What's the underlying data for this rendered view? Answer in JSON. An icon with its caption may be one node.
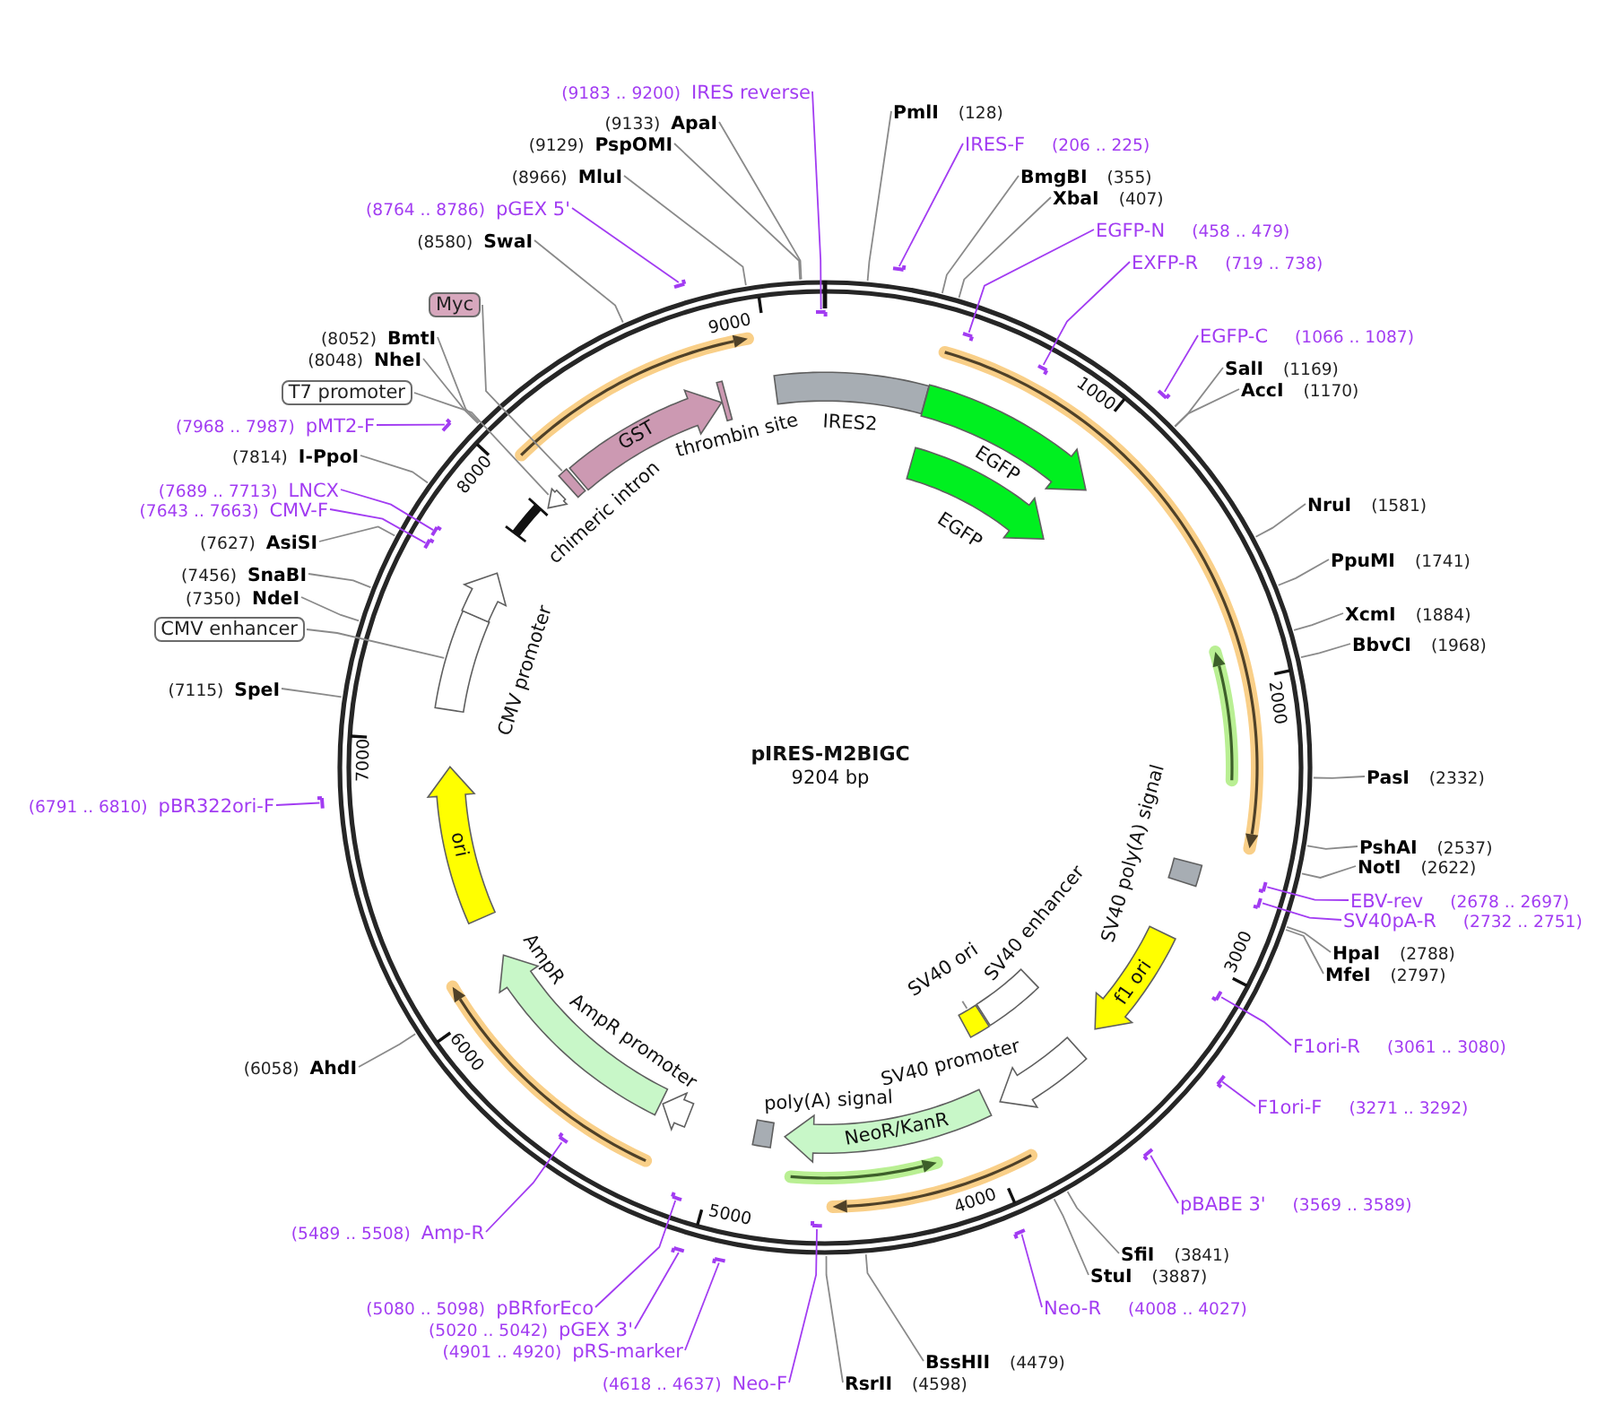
{
  "diagram": {
    "title": "pIRES-M2BIGC",
    "nodes": [
      {
        "text": [
          "(9183 .. 9200)",
          "IRES reverse"
        ]
      },
      {
        "text": [],
        "shape": "bar"
      },
      {
        "text": [
          "PmlI",
          "(128)"
        ]
      },
      {
        "text": [
          "IRES-F",
          "(206 .. 225)"
        ]
      },
      {
        "text": [],
        "shape": "bar"
      },
      {
        "text": [
          "BmgBI",
          "(355)"
        ]
      },
      {
        "text": [
          "XbaI",
          "(407)"
        ]
      },
      {
        "text": [
          "EGFP-N",
          "(458 .. 479)"
        ]
      },
      {
        "text": [],
        "shape": "bar"
      },
      {
        "text": [
          "EXFP-R",
          "(719 .. 738)"
        ]
      },
      {
        "text": [],
        "shape": "bar"
      },
      {
        "text": [
          "EGFP-C",
          "(1066 .. 1087)"
        ]
      },
      {
        "text": [],
        "shape": "bar"
      },
      {
        "text": [
          "SalI",
          "(1169)"
        ]
      },
      {
        "text": [
          "AccI",
          "(1170)"
        ]
      },
      {
        "text": [
          "NruI",
          "(1581)"
        ]
      },
      {
        "text": [
          "PpuMI",
          "(1741)"
        ]
      },
      {
        "text": [
          "XcmI",
          "(1884)"
        ]
      },
      {
        "text": [
          "BbvCI",
          "(1968)"
        ]
      },
      {
        "text": [
          "PasI",
          "(2332)"
        ]
      },
      {
        "text": [
          "PshAI",
          "(2537)"
        ]
      },
      {
        "text": [
          "NotI",
          "(2622)"
        ]
      },
      {
        "text": [
          "EBV-rev",
          "(2678 .. 2697)"
        ]
      },
      {
        "text": [],
        "shape": "bar"
      },
      {
        "text": [
          "SV40pA-R",
          "(2732 .. 2751)"
        ]
      },
      {
        "text": [],
        "shape": "bar"
      },
      {
        "text": [
          "HpaI",
          "(2788)"
        ]
      },
      {
        "text": [
          "MfeI",
          "(2797)"
        ]
      },
      {
        "text": [
          "F1ori-R",
          "(3061 .. 3080)"
        ]
      },
      {
        "text": [],
        "shape": "bar"
      },
      {
        "text": [
          "F1ori-F",
          "(3271 .. 3292)"
        ]
      },
      {
        "text": [],
        "shape": "bar"
      },
      {
        "text": [
          "pBABE 3'",
          "(3569 .. 3589)"
        ]
      },
      {
        "text": [],
        "shape": "bar"
      },
      {
        "text": [
          "SfiI",
          "(3841)"
        ]
      },
      {
        "text": [
          "StuI",
          "(3887)"
        ]
      },
      {
        "text": [
          "Neo-R",
          "(4008 .. 4027)"
        ]
      },
      {
        "text": [],
        "shape": "bar"
      },
      {
        "text": [
          "BssHII",
          "(4479)"
        ]
      },
      {
        "text": [
          "RsrII",
          "(4598)"
        ]
      },
      {
        "text": [
          "(4618 .. 4637)",
          "Neo-F"
        ]
      },
      {
        "text": [],
        "shape": "bar"
      },
      {
        "text": [
          "(4901 .. 4920)",
          "pRS-marker"
        ]
      },
      {
        "text": [],
        "shape": "bar"
      },
      {
        "text": [
          "(5020 .. 5042)",
          "pGEX 3'"
        ]
      },
      {
        "text": [],
        "shape": "bar"
      },
      {
        "text": [
          "(5080 .. 5098)",
          "pBRforEco"
        ]
      },
      {
        "text": [],
        "shape": "bar"
      },
      {
        "text": [
          "(5489 .. 5508)",
          "Amp-R"
        ]
      },
      {
        "text": [],
        "shape": "bar"
      },
      {
        "text": [
          "(6058)",
          "AhdI"
        ]
      },
      {
        "text": [
          "(6791 .. 6810)",
          "pBR322ori-F"
        ]
      },
      {
        "text": [],
        "shape": "bar"
      },
      {
        "text": [
          "(7115)",
          "SpeI"
        ]
      },
      {
        "text": [
          "CMV enhancer"
        ]
      },
      {
        "text": [
          "(7350)",
          "NdeI"
        ]
      },
      {
        "text": [
          "(7456)",
          "SnaBI"
        ]
      },
      {
        "text": [
          "(7627)",
          "AsiSI"
        ]
      },
      {
        "text": [
          "(7643 .. 7663)",
          "CMV-F"
        ]
      },
      {
        "text": [],
        "shape": "bar"
      },
      {
        "text": [
          "(7689 .. 7713)",
          "LNCX"
        ]
      },
      {
        "text": [],
        "shape": "bar"
      },
      {
        "text": [
          "(7814)",
          "I-PpoI"
        ]
      },
      {
        "text": [
          "(7968 .. 7987)",
          "pMT2-F"
        ]
      },
      {
        "text": [],
        "shape": "bar"
      },
      {
        "text": [
          "T7 promoter"
        ]
      },
      {
        "text": [
          "(8048)",
          "NheI"
        ]
      },
      {
        "text": [
          "(8052)",
          "BmtI"
        ]
      },
      {
        "text": [
          "Myc"
        ]
      },
      {
        "text": [
          "(8580)",
          "SwaI"
        ]
      },
      {
        "text": [
          "(8764 .. 8786)",
          "pGEX 5'"
        ]
      },
      {
        "text": [],
        "shape": "bar"
      },
      {
        "text": [
          "(8966)",
          "MluI"
        ]
      },
      {
        "text": [
          "(9129)",
          "PspOMI"
        ]
      },
      {
        "text": [
          "(9133)",
          "ApaI"
        ]
      },
      {
        "text": [
          "chimeric intron"
        ]
      },
      {
        "text": [],
        "shape": "arrow"
      },
      {
        "text": [],
        "shape": "box"
      },
      {
        "text": [
          "GST"
        ]
      },
      {
        "text": [
          "thrombin site"
        ]
      },
      {
        "text": [
          "IRES2"
        ]
      },
      {
        "text": [
          "EGFP"
        ]
      },
      {
        "text": [
          "EGFP"
        ]
      },
      {
        "text": [
          "SV40 poly(A) signal"
        ]
      },
      {
        "text": [
          "f1 ori"
        ]
      },
      {
        "text": [
          "SV40 enhancer"
        ]
      },
      {
        "text": [
          "SV40 ori"
        ]
      },
      {
        "text": [],
        "shape": "box"
      },
      {
        "text": [
          "SV40 promoter"
        ]
      },
      {
        "text": [
          "NeoR/KanR"
        ]
      },
      {
        "text": [
          "poly(A) signal"
        ]
      },
      {
        "text": [
          "AmpR promoter"
        ]
      },
      {
        "text": [
          "AmpR"
        ]
      },
      {
        "text": [
          "ori"
        ]
      },
      {
        "text": [],
        "shape": "box"
      },
      {
        "text": [
          "CMV promoter"
        ]
      }
    ],
    "edges": [
      {
        "from": 0,
        "to": 1,
        "arrow": "none",
        "color": "#a23cf2"
      },
      {
        "from": 2,
        "to": null,
        "arrow": "none"
      },
      {
        "from": 3,
        "to": 4,
        "arrow": "none",
        "color": "#a23cf2"
      },
      {
        "from": 5,
        "to": null,
        "arrow": "none"
      },
      {
        "from": 6,
        "to": null,
        "arrow": "none"
      },
      {
        "from": 7,
        "to": 8,
        "arrow": "none",
        "color": "#a23cf2"
      },
      {
        "from": 9,
        "to": 10,
        "arrow": "none",
        "color": "#a23cf2"
      },
      {
        "from": 11,
        "to": 12,
        "arrow": "none",
        "color": "#a23cf2"
      },
      {
        "from": 13,
        "to": null,
        "arrow": "none"
      },
      {
        "from": 14,
        "to": null,
        "arrow": "none"
      },
      {
        "from": 15,
        "to": null,
        "arrow": "none"
      },
      {
        "from": 16,
        "to": null,
        "arrow": "none"
      },
      {
        "from": 17,
        "to": null,
        "arrow": "none"
      },
      {
        "from": 18,
        "to": null,
        "arrow": "none"
      },
      {
        "from": 19,
        "to": null,
        "arrow": "none"
      },
      {
        "from": 20,
        "to": null,
        "arrow": "none"
      },
      {
        "from": 21,
        "to": null,
        "arrow": "none"
      },
      {
        "from": 22,
        "to": 23,
        "arrow": "none",
        "color": "#a23cf2"
      },
      {
        "from": 24,
        "to": 25,
        "arrow": "none",
        "color": "#a23cf2"
      },
      {
        "from": 26,
        "to": null,
        "arrow": "none"
      },
      {
        "from": 27,
        "to": null,
        "arrow": "none"
      },
      {
        "from": 28,
        "to": 29,
        "arrow": "none",
        "color": "#a23cf2"
      },
      {
        "from": 30,
        "to": 31,
        "arrow": "none",
        "color": "#a23cf2"
      },
      {
        "from": 32,
        "to": 33,
        "arrow": "none",
        "color": "#a23cf2"
      },
      {
        "from": 34,
        "to": null,
        "arrow": "none"
      },
      {
        "from": 35,
        "to": null,
        "arrow": "none"
      },
      {
        "from": 36,
        "to": 37,
        "arrow": "none",
        "color": "#a23cf2"
      },
      {
        "from": 38,
        "to": null,
        "arrow": "none"
      },
      {
        "from": 39,
        "to": null,
        "arrow": "none"
      },
      {
        "from": 40,
        "to": 41,
        "arrow": "none",
        "color": "#a23cf2"
      },
      {
        "from": 42,
        "to": 43,
        "arrow": "none",
        "color": "#a23cf2"
      },
      {
        "from": 44,
        "to": 45,
        "arrow": "none",
        "color": "#a23cf2"
      },
      {
        "from": 46,
        "to": 47,
        "arrow": "none",
        "color": "#a23cf2"
      },
      {
        "from": 48,
        "to": 49,
        "arrow": "none",
        "color": "#a23cf2"
      },
      {
        "from": 50,
        "to": null,
        "arrow": "none"
      },
      {
        "from": 51,
        "to": 52,
        "arrow": "none",
        "color": "#a23cf2"
      },
      {
        "from": 53,
        "to": null,
        "arrow": "none"
      },
      {
        "from": 54,
        "to": 94,
        "arrow": "none"
      },
      {
        "from": 55,
        "to": null,
        "arrow": "none"
      },
      {
        "from": 56,
        "to": null,
        "arrow": "none"
      },
      {
        "from": 57,
        "to": null,
        "arrow": "none"
      },
      {
        "from": 58,
        "to": 59,
        "arrow": "none",
        "color": "#a23cf2"
      },
      {
        "from": 60,
        "to": 61,
        "arrow": "none",
        "color": "#a23cf2"
      },
      {
        "from": 62,
        "to": null,
        "arrow": "none"
      },
      {
        "from": 63,
        "to": 64,
        "arrow": "none",
        "color": "#a23cf2"
      },
      {
        "from": 65,
        "to": 76,
        "arrow": "none"
      },
      {
        "from": 66,
        "to": null,
        "arrow": "none"
      },
      {
        "from": 67,
        "to": null,
        "arrow": "none"
      },
      {
        "from": 68,
        "to": 77,
        "arrow": "none"
      },
      {
        "from": 69,
        "to": null,
        "arrow": "none"
      },
      {
        "from": 70,
        "to": 71,
        "arrow": "none",
        "color": "#a23cf2"
      },
      {
        "from": 72,
        "to": null,
        "arrow": "none"
      },
      {
        "from": 73,
        "to": null,
        "arrow": "none"
      },
      {
        "from": 74,
        "to": null,
        "arrow": "none"
      },
      {
        "from": 86,
        "to": 87,
        "arrow": "none"
      }
    ],
    "labels": [
      "9000",
      "1000",
      "8000",
      "2000",
      "7000",
      "9204 bp",
      "3000",
      "6000",
      "4000",
      "5000"
    ]
  }
}
